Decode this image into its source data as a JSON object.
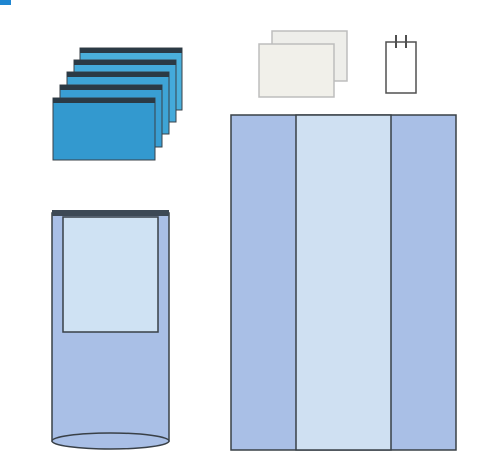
{
  "illustration": {
    "items": [
      {
        "name": "stacked-blue-towels",
        "count": 5
      },
      {
        "name": "paper-sheets",
        "count": 2
      },
      {
        "name": "notepad",
        "count": 1
      },
      {
        "name": "equipment-cover-bag",
        "count": 1
      },
      {
        "name": "split-sheet-drape",
        "count": 1
      }
    ],
    "colors": {
      "accent_mark": "#1f86d1",
      "towel_fill": "#3aa0d2",
      "towel_stripe": "#2b3a45",
      "paper_fill": "#eeeeee",
      "paper_border": "#bdbdbd",
      "drape_fill": "#a9bfe6",
      "drape_panel": "#cfe0f2",
      "outline": "#394047"
    }
  }
}
